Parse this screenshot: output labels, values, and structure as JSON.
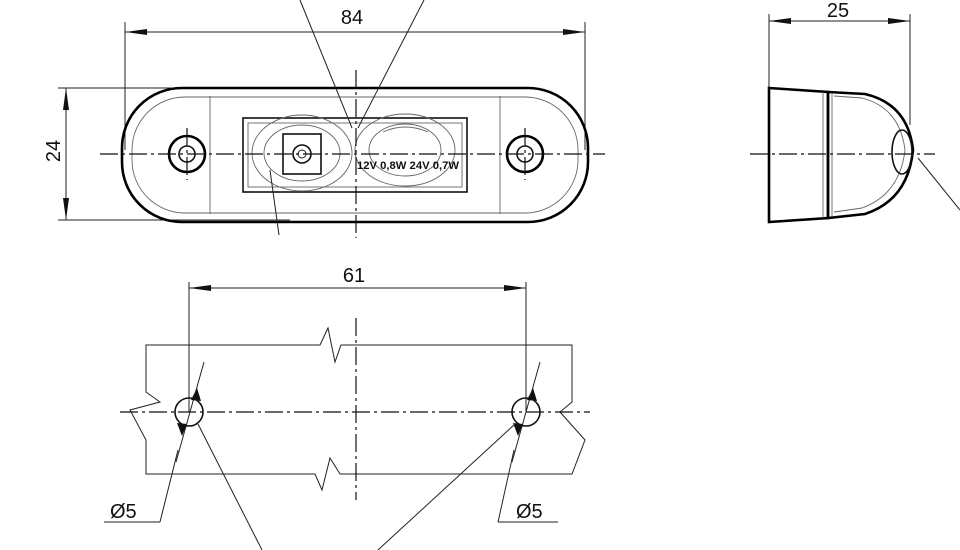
{
  "dimensions": {
    "front_width": "84",
    "front_height": "24",
    "side_depth": "25",
    "hole_spacing": "61",
    "hole_left": "Ø5",
    "hole_right": "Ø5"
  },
  "label_text": "12V 0,8W 24V 0,7W"
}
